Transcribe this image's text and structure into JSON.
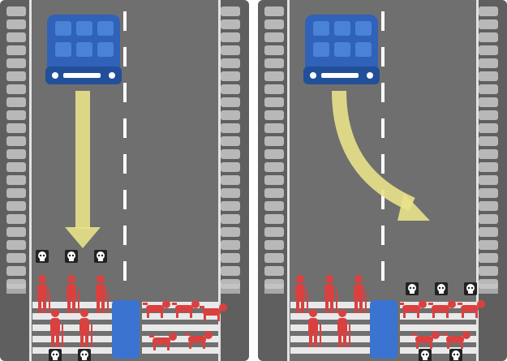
{
  "panels": [
    {
      "id": "left",
      "arrow": "straight",
      "victims_top": [
        "elderly",
        "elderly",
        "elderly"
      ],
      "victims_bottom": [
        "elderly",
        "elderly"
      ]
    },
    {
      "id": "right",
      "arrow": "swerve",
      "victims_top": [
        "dog",
        "dog",
        "dog"
      ],
      "victims_bottom": [
        "dog",
        "dog"
      ]
    }
  ],
  "colors": {
    "road": "#6f6f6f",
    "road_edge": "#5f5f5f",
    "barrier": "#c8c8c8",
    "lane_line": "#ffffff",
    "car_body": "#2f62b8",
    "car_light": "#ffffff",
    "arrow": "#e8e28a",
    "crosswalk": "#e9e9e9",
    "pedestrian": "#d94141",
    "skull_bg": "#222222",
    "skull": "#ffffff",
    "center_block": "#3a74d0"
  },
  "icons": {
    "vehicle": "self-driving-car-icon",
    "victim_marker": "skull-icon",
    "pedestrian_elderly": "elderly-pedestrian-icon",
    "pedestrian_dog": "dog-icon",
    "barrier": "concrete-barrier-icon",
    "trajectory": "arrow-icon"
  }
}
